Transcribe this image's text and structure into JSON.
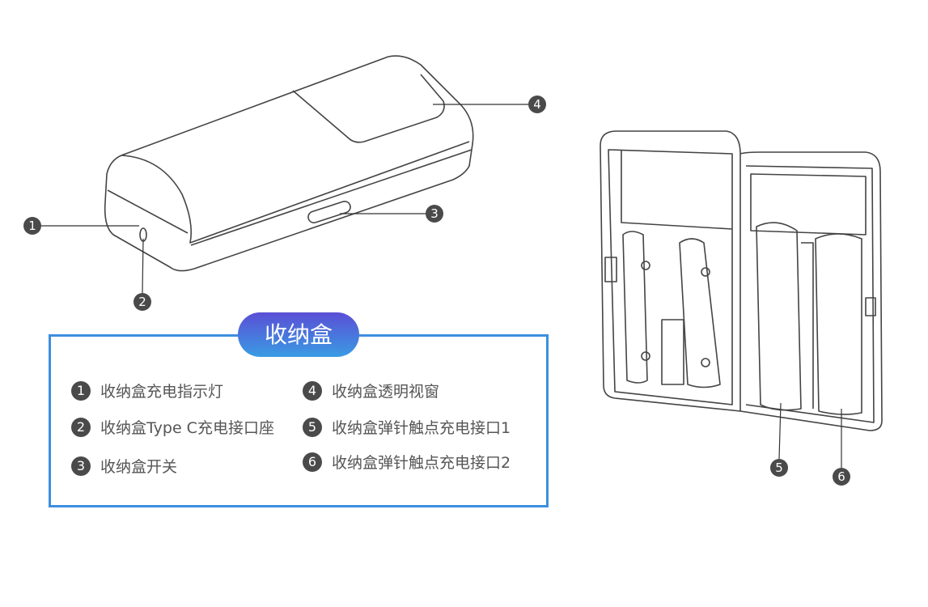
{
  "title": "收纳盒",
  "callouts": [
    "1",
    "2",
    "3",
    "4",
    "5",
    "6"
  ],
  "legend": [
    {
      "num": "1",
      "label": "收纳盒充电指示灯"
    },
    {
      "num": "2",
      "label": "收纳盒Type C充电接口座"
    },
    {
      "num": "3",
      "label": "收纳盒开关"
    },
    {
      "num": "4",
      "label": "收纳盒透明视窗"
    },
    {
      "num": "5",
      "label": "收纳盒弹针触点充电接口1"
    },
    {
      "num": "6",
      "label": "收纳盒弹针触点充电接口2"
    }
  ],
  "colors": {
    "accent": "#3d8fe0",
    "badge_top": "#5a4fd6",
    "badge_bottom": "#3a9be3",
    "marker": "#4a4a4a"
  }
}
